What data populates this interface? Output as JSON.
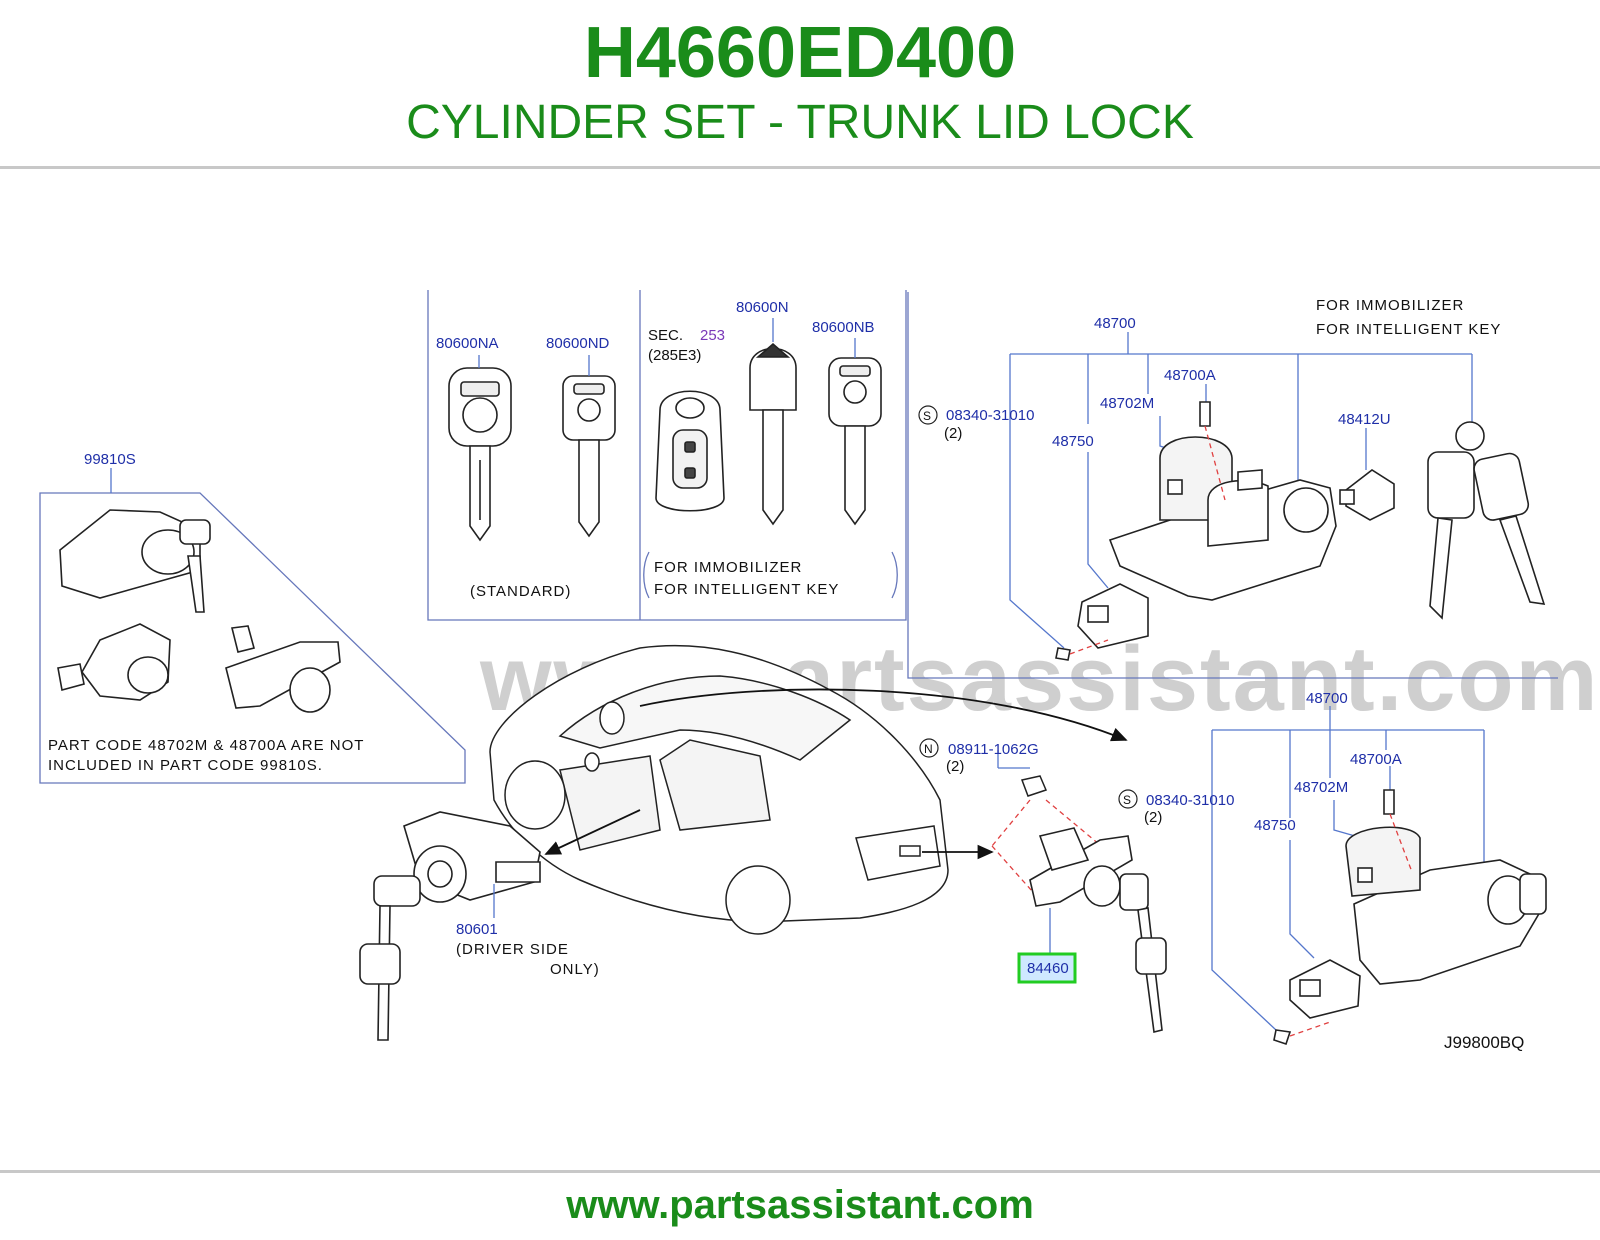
{
  "header": {
    "part_number": "H4660ED400",
    "part_name": "CYLINDER SET - TRUNK LID LOCK"
  },
  "footer": {
    "website": "www.partsassistant.com"
  },
  "diagram": {
    "watermark": "www.partsassistant.com",
    "diagram_code": "J99800BQ",
    "highlighted_part": "84460",
    "callouts": {
      "p99810s": "99810S",
      "p80600na": "80600NA",
      "p80600nd": "80600ND",
      "p80600n": "80600N",
      "p80600nb": "80600NB",
      "sec_label": "SEC.",
      "sec_number": "253",
      "sec_ref": "(285E3)",
      "standard": "(STANDARD)",
      "immobilizer_1": "FOR   IMMOBILIZER",
      "intelligent_1": "FOR   INTELLIGENT   KEY",
      "immobilizer_2": "FOR   IMMOBILIZER",
      "intelligent_2": "FOR   INTELLIGENT   KEY",
      "top_48700": "48700",
      "top_48700a": "48700A",
      "top_48702m": "48702M",
      "top_48750": "48750",
      "top_48412u": "48412U",
      "top_bolt_symbol": "S",
      "top_bolt": "08340-31010",
      "top_bolt_qty": "(2)",
      "note_line1": "PART   CODE   48702M   &   48700A   ARE   NOT",
      "note_line2": "INCLUDED   IN   PART   CODE   99810S.",
      "p80601": "80601",
      "driver_side": "(DRIVER   SIDE",
      "only": "ONLY)",
      "nut_symbol": "N",
      "nut": "08911-1062G",
      "nut_qty": "(2)",
      "p84460": "84460",
      "bot_bolt_symbol": "S",
      "bot_bolt": "08340-31010",
      "bot_bolt_qty": "(2)",
      "bot_48700": "48700",
      "bot_48700a": "48700A",
      "bot_48702m": "48702M",
      "bot_48750": "48750"
    }
  },
  "colors": {
    "brand_green": "#1a8c1a",
    "callout_blue": "#1f2fa8",
    "leader_blue": "#5577cc",
    "highlight_green": "#22cc22",
    "highlight_fill": "#cfe8ff",
    "dashed_red": "#e04040"
  }
}
